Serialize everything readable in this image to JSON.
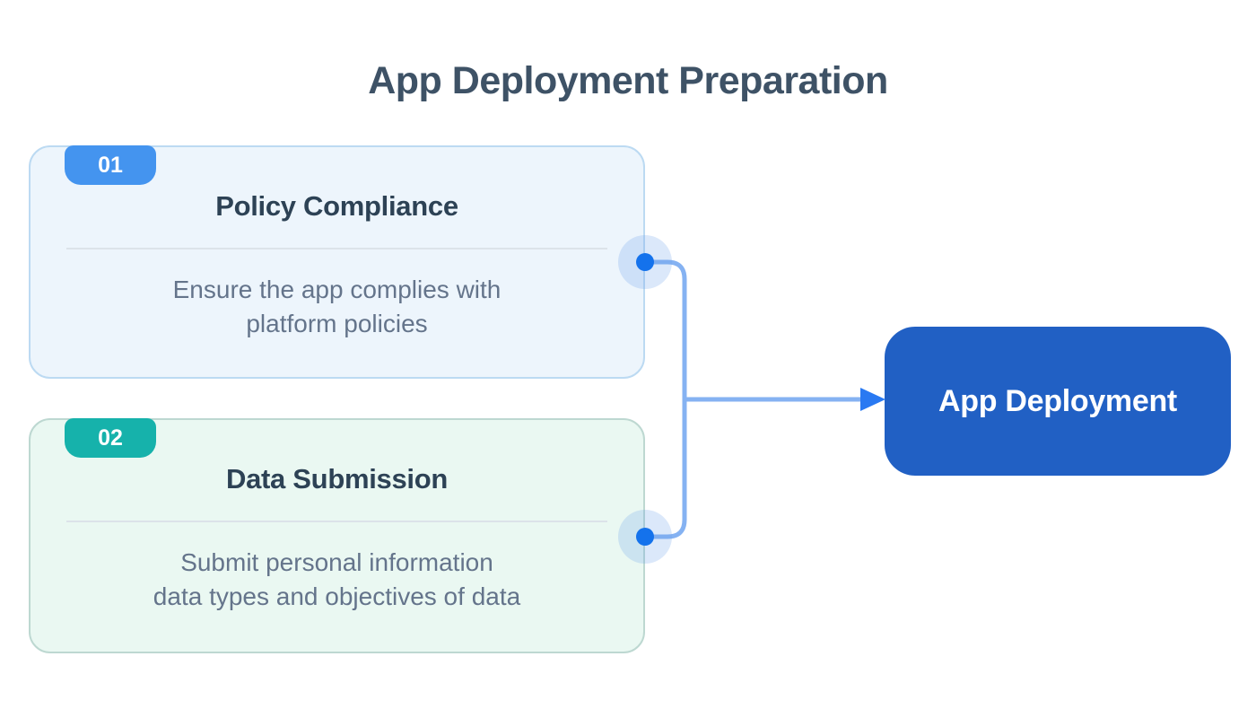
{
  "title": "App Deployment Preparation",
  "steps": [
    {
      "number": "01",
      "title": "Policy Compliance",
      "description_line1": "Ensure the app complies with",
      "description_line2": "platform policies"
    },
    {
      "number": "02",
      "title": "Data Submission",
      "description_line1": "Submit personal information",
      "description_line2": "data types and objectives of data"
    }
  ],
  "result": {
    "label": "App Deployment"
  },
  "colors": {
    "page_bg": "#ffffff",
    "title_text": "#3e5266",
    "card_title_text": "#2d4255",
    "body_text": "#64748b",
    "divider": "#dce3e9",
    "card1_bg": "#edf5fc",
    "card1_border": "#bcdaf2",
    "card2_bg": "#eaf8f2",
    "card2_border": "#bdd8d1",
    "badge1_bg": "#4494ef",
    "badge2_bg": "#16b2ab",
    "badge_text": "#ffffff",
    "result_bg": "#2160c4",
    "result_text": "#ffffff",
    "connector_line": "#85b2f2",
    "connector_dot": "#1472ec",
    "connector_halo": "rgba(110,165,235,0.25)",
    "arrow": "#2979f2"
  }
}
